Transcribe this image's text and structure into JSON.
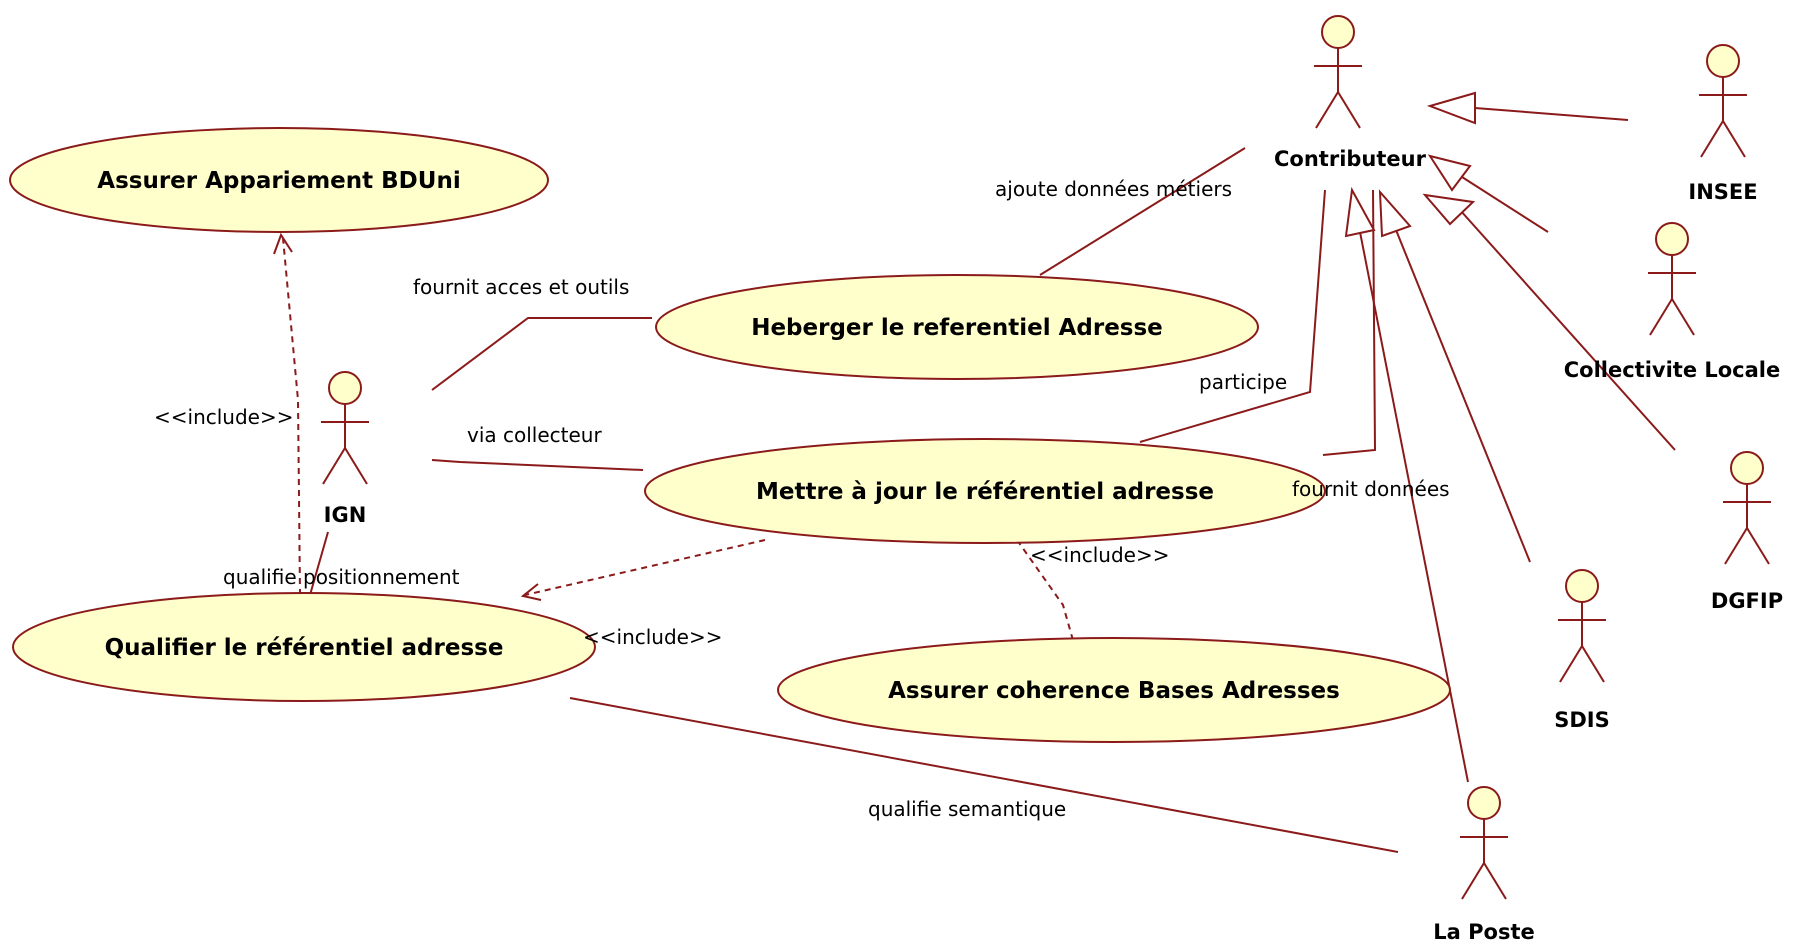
{
  "use_cases": {
    "appariement": "Assurer Appariement BDUni",
    "heberger": "Heberger le referentiel Adresse",
    "mettre_a_jour": "Mettre à jour le référentiel adresse",
    "qualifier": "Qualifier le référentiel adresse",
    "coherence": "Assurer coherence Bases Adresses"
  },
  "actors": {
    "contributeur": "Contributeur",
    "insee": "INSEE",
    "collectivite": "Collectivite Locale",
    "dgfip": "DGFIP",
    "sdis": "SDIS",
    "la_poste": "La Poste",
    "ign": "IGN"
  },
  "associations": {
    "ajoute": "ajoute données métiers",
    "fournit_acces": "fournit acces et outils",
    "participe": "participe",
    "via_collecteur": "via collecteur",
    "fournit_donnees": "fournit données",
    "qualifie_position": "qualifie positionnement",
    "qualifie_semantique": "qualifie semantique"
  },
  "stereotypes": {
    "include_1": "<<include>>",
    "include_2": "<<include>>",
    "include_3": "<<include>>"
  },
  "colors": {
    "line": "#8b1a1a",
    "fill": "#ffffcc"
  }
}
